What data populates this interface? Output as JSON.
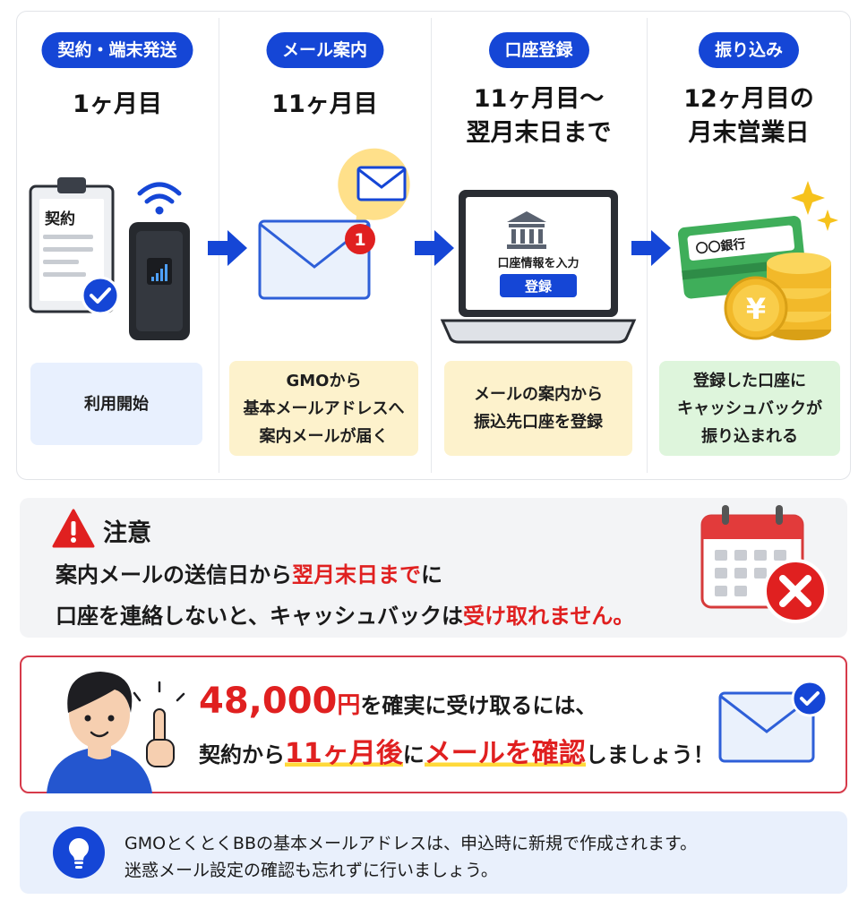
{
  "steps": [
    {
      "label": "契約・端末発送",
      "when": "1ヶ月目",
      "desc": "利用開始"
    },
    {
      "label": "メール案内",
      "when": "11ヶ月目",
      "desc": "GMOから\n基本メールアドレスへ\n案内メールが届く"
    },
    {
      "label": "口座登録",
      "when": "11ヶ月目〜\n翌月末日まで",
      "desc": "メールの案内から\n振込先口座を登録"
    },
    {
      "label": "振り込み",
      "when": "12ヶ月目の\n月末営業日",
      "desc": "登録した口座に\nキャッシュバックが\n振り込まれる"
    }
  ],
  "illustrations": {
    "contract_text": "契約",
    "mail_badge": "1",
    "laptop_prompt": "口座情報を入力",
    "laptop_button": "登録",
    "bank_card_text": "〇〇銀行",
    "coin_symbol": "¥"
  },
  "caution": {
    "title": "注意",
    "line1_pre": "案内メールの送信日から",
    "line1_red": "翌月末日まで",
    "line1_post": "に",
    "line2_pre": "口座を連絡しないと、キャッシュバックは",
    "line2_red": "受け取れません。"
  },
  "highlight": {
    "amount": "48,000",
    "yen": "円",
    "line1_post": "を確実に受け取るには、",
    "line2_pre": "契約から",
    "line2_red1": "11ヶ月後",
    "line2_mid": "に",
    "line2_red2": "メールを確認",
    "line2_post": "しましょう！"
  },
  "tip": {
    "line1": "GMOとくとくBBの基本メールアドレスは、申込時に新規で作成されます。",
    "line2": "迷惑メール設定の確認も忘れずに行いましょう。"
  },
  "colors": {
    "primary_blue": "#1546d6",
    "alert_red": "#e02020",
    "highlight_yellow": "#ffd93a"
  }
}
